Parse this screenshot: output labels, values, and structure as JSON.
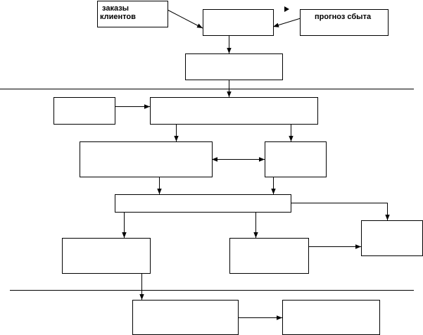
{
  "diagram": {
    "type": "flowchart",
    "nodes": {
      "customer_orders": {
        "line1": "заказы",
        "line2": "клиентов"
      },
      "sales_forecast": {
        "label": "прогноз сбыта"
      }
    },
    "line_color": "#000000",
    "box_fill": "#ffffff"
  }
}
